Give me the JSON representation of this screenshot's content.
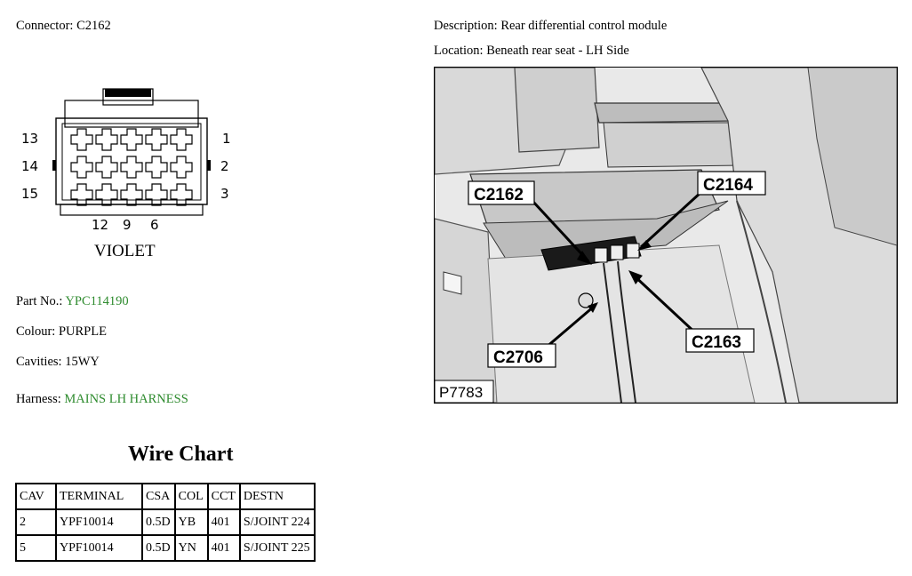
{
  "connector": {
    "label": "Connector:",
    "value": "C2162"
  },
  "description": {
    "label": "Description:",
    "value": "Rear differential control module"
  },
  "location": {
    "label": "Location:",
    "value": "Beneath rear seat - LH Side"
  },
  "diagram": {
    "pin_left": [
      "13",
      "14",
      "15"
    ],
    "pin_right": [
      "1",
      "2",
      "3"
    ],
    "pin_bottom": [
      "12",
      "9",
      "6"
    ],
    "color_label": "VIOLET"
  },
  "details": {
    "part_no": {
      "label": "Part No.:",
      "value": "YPC114190"
    },
    "colour": {
      "label": "Colour:",
      "value": "PURPLE"
    },
    "cavities": {
      "label": "Cavities:",
      "value": "15WY"
    },
    "harness": {
      "label": "Harness:",
      "value": "MAINS LH HARNESS"
    }
  },
  "wire_chart": {
    "title": "Wire Chart",
    "headers": [
      "CAV",
      "TERMINAL",
      "CSA",
      "COL",
      "CCT",
      "DESTN"
    ],
    "rows": [
      [
        "2",
        "YPF10014",
        "0.5D",
        "YB",
        "401",
        "S/JOINT 224"
      ],
      [
        "5",
        "YPF10014",
        "0.5D",
        "YN",
        "401",
        "S/JOINT 225"
      ]
    ]
  },
  "photo": {
    "callouts": [
      "C2162",
      "C2164",
      "C2163",
      "C2706"
    ],
    "figure_id": "P7783"
  },
  "colors": {
    "green_text": "#2e8b2e"
  }
}
